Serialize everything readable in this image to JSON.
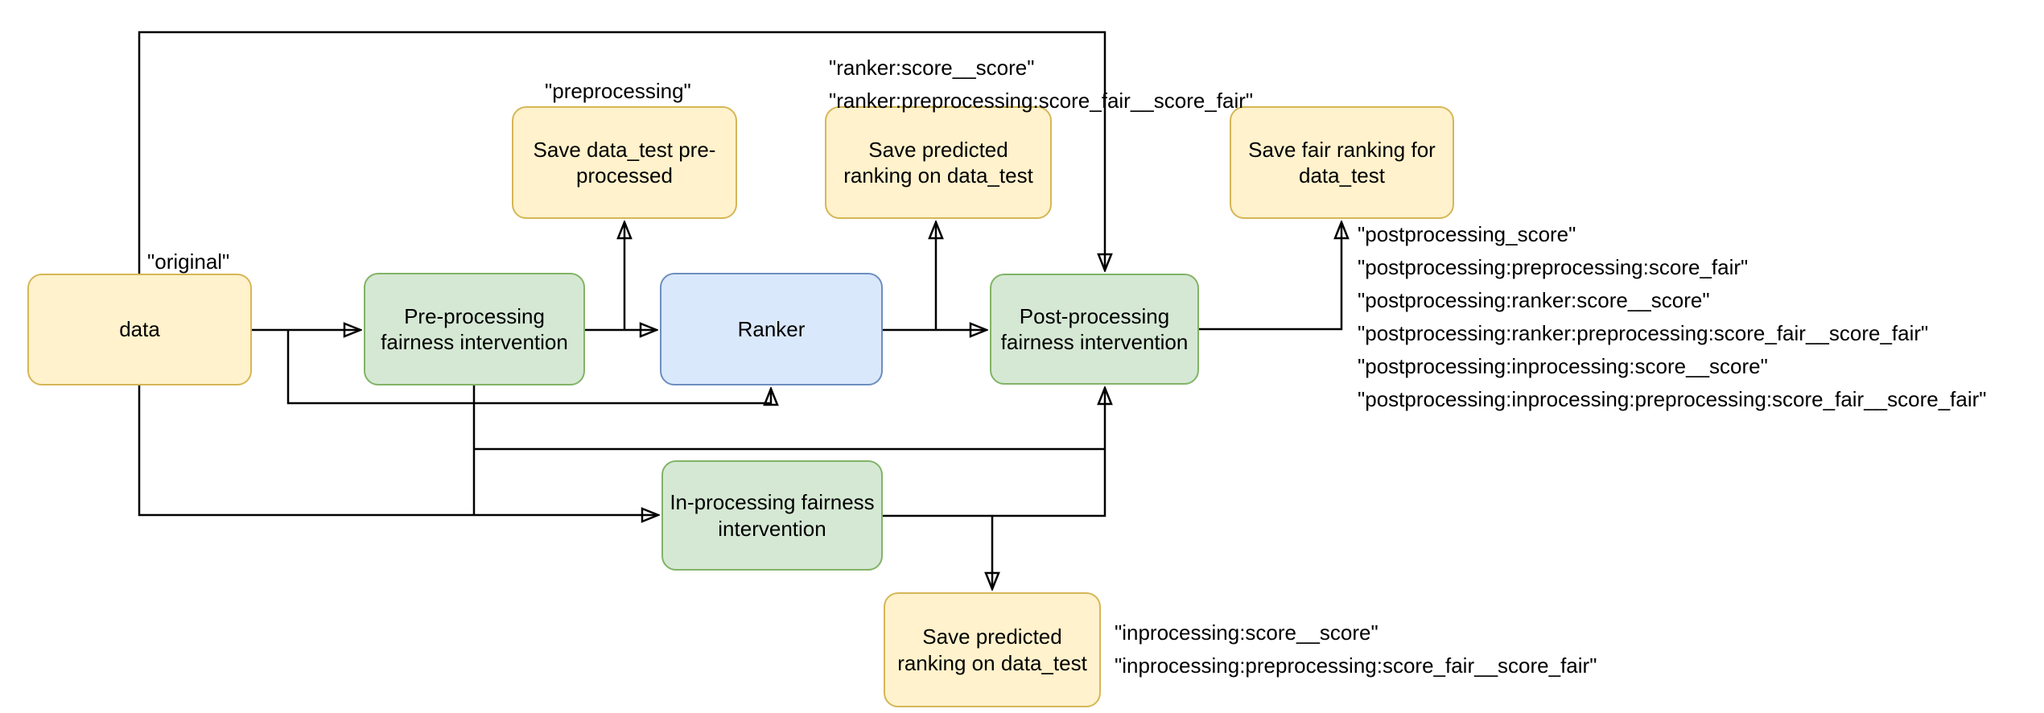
{
  "nodes": {
    "data": {
      "label": "data"
    },
    "preprocessing": {
      "label": "Pre-processing\nfairness intervention"
    },
    "ranker": {
      "label": "Ranker"
    },
    "postprocessing": {
      "label": "Post-processing\nfairness intervention"
    },
    "inprocessing": {
      "label": "In-processing fairness\nintervention"
    },
    "save_pre": {
      "label": "Save data_test pre-\nprocessed"
    },
    "save_pred_top": {
      "label": "Save predicted\nranking on data_test"
    },
    "save_fair": {
      "label": "Save fair ranking for\ndata_test"
    },
    "save_pred_bottom": {
      "label": "Save predicted\nranking on data_test"
    }
  },
  "annotations": {
    "original": "\"original\"",
    "preprocessing_tag": "\"preprocessing\"",
    "ranker_tags": [
      "\"ranker:score__score\"",
      "\"ranker:preprocessing:score_fair__score_fair\""
    ],
    "postprocessing_tags": [
      "\"postprocessing_score\"",
      "\"postprocessing:preprocessing:score_fair\"",
      "\"postprocessing:ranker:score__score\"",
      "\"postprocessing:ranker:preprocessing:score_fair__score_fair\"",
      "\"postprocessing:inprocessing:score__score\"",
      "\"postprocessing:inprocessing:preprocessing:score_fair__score_fair\""
    ],
    "inprocessing_tags": [
      "\"inprocessing:score__score\"",
      "\"inprocessing:preprocessing:score_fair__score_fair\""
    ]
  },
  "colors": {
    "yellow_fill": "#FFF2CC",
    "yellow_stroke": "#D6B656",
    "green_fill": "#D5E8D4",
    "green_stroke": "#82B366",
    "blue_fill": "#DAE8FC",
    "blue_stroke": "#6C8EBF",
    "edge": "#000000",
    "text": "#000000",
    "background": "#FFFFFF"
  }
}
